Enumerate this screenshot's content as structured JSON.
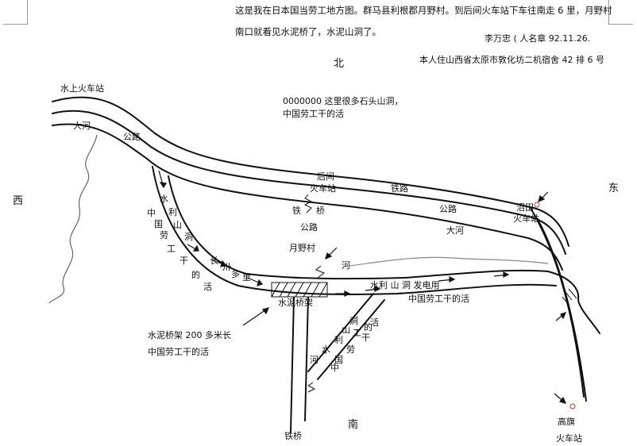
{
  "header": {
    "line1": "这是我在日本国当劳工地方图。群马县利根郡月野村。到后间火车站下车往南走 6 里，月野村",
    "line2": "南口就看见水泥桥了，水泥山洞了。",
    "signature": "李万忠 ( 人名章 92.11.26.",
    "address": "本人住山西省太原市敦化坊二机宿舍 42 排 6 号"
  },
  "directions": {
    "north": "北",
    "south": "南",
    "west": "西",
    "east": "东"
  },
  "labels": {
    "mizukami_station": "水上火车站",
    "big_river_1": "大河",
    "highway_1": "公路",
    "note_line1": "0000000 这里很多石头山洞，",
    "note_line2": "中国劳工干的活",
    "gomashi_line1": "后间",
    "gomashi_line2": "火车站",
    "railway": "铁路",
    "iron_bridge_a": "铁",
    "iron_bridge_b": "桥",
    "highway_2": "公路",
    "highway_3": "公路",
    "big_river_2": "大河",
    "numata_line1": "沼田",
    "numata_line2": "火车站",
    "tsukino_village": "月野村",
    "river": "河",
    "cement_bridge": "水泥桥架",
    "waterway_cave": "水利 山 洞 发电用",
    "chinese_labor": "中国劳工干的活",
    "bridge_note_line1": "水泥桥架 200 多米长",
    "bridge_note_line2": "中国劳工干的活",
    "takahata_line1": "高旗",
    "takahata_line2": "火车站",
    "iron_bridge_bottom": "铁桥",
    "left_vertical": [
      "水",
      "利",
      "中",
      "国",
      "山",
      "劳",
      "洞",
      "工",
      "干",
      "的",
      "活"
    ],
    "long_tunnel": [
      "长",
      "卅",
      "多",
      "里"
    ],
    "lower_vertical": [
      "洞",
      "山",
      "利",
      "水",
      "河",
      "工",
      "的",
      "活",
      "干",
      "国",
      "劳",
      "中"
    ]
  }
}
